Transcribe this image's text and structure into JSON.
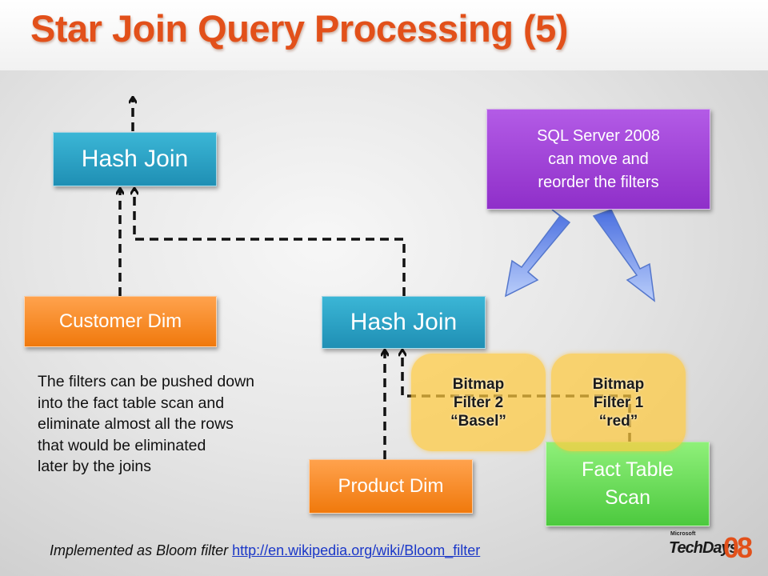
{
  "title": "Star Join Query Processing (5)",
  "nodes": {
    "hash_join_top": "Hash Join",
    "hash_join_mid": "Hash Join",
    "customer_dim": "Customer Dim",
    "product_dim": "Product Dim",
    "fact_table_scan": [
      "Fact Table",
      "Scan"
    ],
    "sql_server_note": [
      "SQL Server 2008",
      "can move and",
      "reorder the filters"
    ]
  },
  "filters": {
    "filter2": [
      "Bitmap",
      "Filter 2",
      "“Basel”"
    ],
    "filter1": [
      "Bitmap",
      "Filter 1",
      "“red”"
    ]
  },
  "note_lines": [
    "The filters can be pushed down",
    "into the fact table scan and",
    "eliminate almost all the rows",
    "that would be eliminated",
    "later by the joins"
  ],
  "footer": {
    "text": "Implemented as Bloom filter",
    "link": "http://en.wikipedia.org/wiki/Bloom_filter"
  },
  "logo": {
    "small": "Microsoft",
    "brand": "TechDays",
    "number": "08"
  },
  "colors": {
    "title": "#e2501a",
    "blue": "#2aa3c8",
    "orange": "#f58a20",
    "purple": "#a046d8",
    "green": "#62d850",
    "bitmap": "#ffca40"
  }
}
